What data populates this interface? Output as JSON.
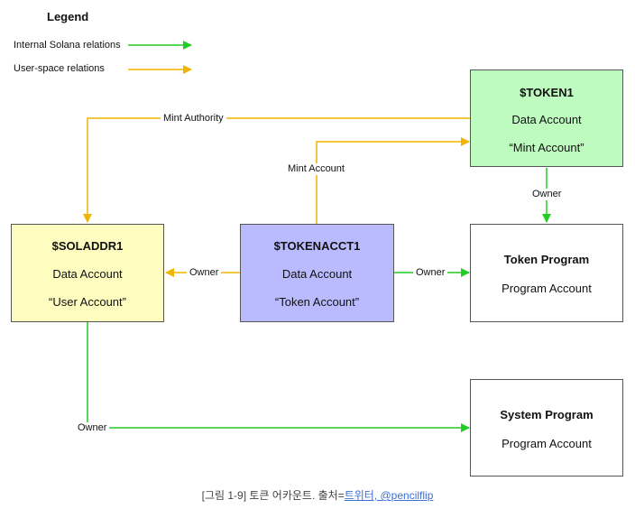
{
  "legend": {
    "title": "Legend",
    "items": [
      {
        "label": "Internal Solana relations",
        "color": "#22cc22"
      },
      {
        "label": "User-space relations",
        "color": "#f0b400"
      }
    ]
  },
  "nodes": {
    "token1": {
      "title": "$TOKEN1",
      "line1": "Data Account",
      "line2": "“Mint Account”",
      "fill": "#bdfbbf"
    },
    "soladdr1": {
      "title": "$SOLADDR1",
      "line1": "Data Account",
      "line2": "“User Account”",
      "fill": "#fefcbf"
    },
    "tokenacct1": {
      "title": "$TOKENACCT1",
      "line1": "Data Account",
      "line2": "“Token Account”",
      "fill": "#babbff"
    },
    "token_program": {
      "title": "Token Program",
      "line1": "Program Account"
    },
    "system_program": {
      "title": "System Program",
      "line1": "Program Account"
    }
  },
  "edges": {
    "mint_authority": "Mint Authority",
    "mint_account": "Mint Account",
    "owner_token1": "Owner",
    "owner_tokenacct_soladdr": "Owner",
    "owner_tokenacct_program": "Owner",
    "owner_soladdr_system": "Owner"
  },
  "caption": {
    "text": "[그림 1-9] 토큰 어카운트. 출처=",
    "link": "트위터, @pencilflip"
  }
}
